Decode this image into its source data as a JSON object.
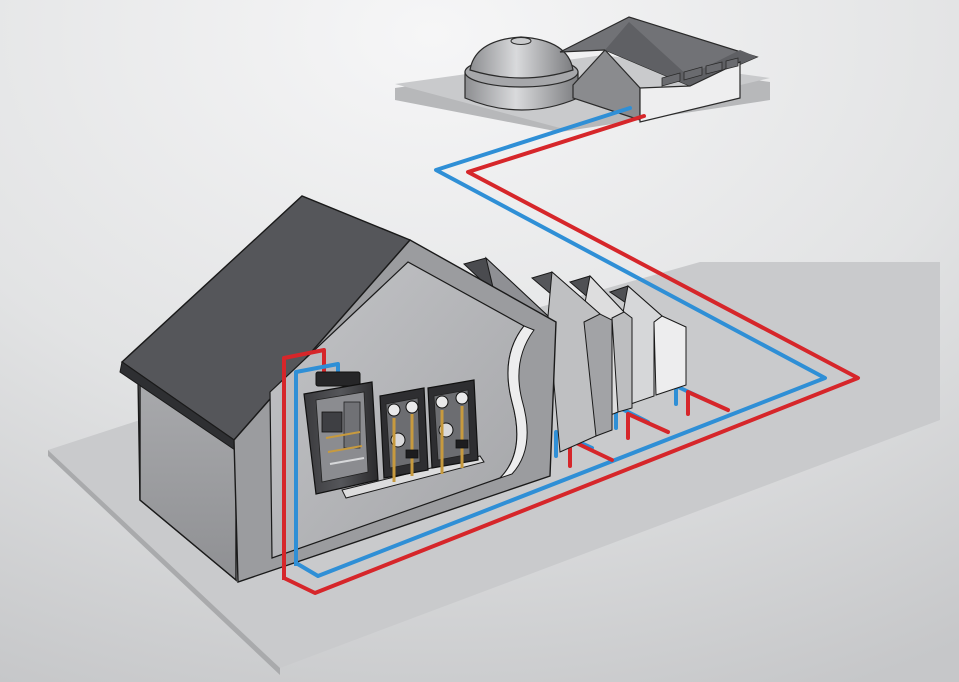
{
  "diagram": {
    "title": "",
    "colors": {
      "background_light": "#f3f3f4",
      "background_dark": "#c8c9cb",
      "ground": "#c4c5c7",
      "house_wall": "#9d9ea1",
      "house_cutaway": "#b4b5b8",
      "roof": "#5b5c60",
      "outline": "#1a1a1a",
      "flow_pipe": "#d6262a",
      "return_pipe": "#2f8fd6",
      "appliance_dark": "#2c2c2e",
      "brass": "#c79a3e"
    },
    "components": {
      "main_house": "main-house",
      "heat_source_building": "heat-source-building",
      "dome_tank": "dome-tank",
      "heat_interface_unit": "heat-interface-unit",
      "pump_station_1": "pump-station-1",
      "pump_station_2": "pump-station-2",
      "terraced_houses": [
        "terraced-house-1",
        "terraced-house-2",
        "terraced-house-3"
      ]
    },
    "pipes": [
      {
        "name": "flow-pipe",
        "color_key": "flow_pipe"
      },
      {
        "name": "return-pipe",
        "color_key": "return_pipe"
      }
    ]
  }
}
